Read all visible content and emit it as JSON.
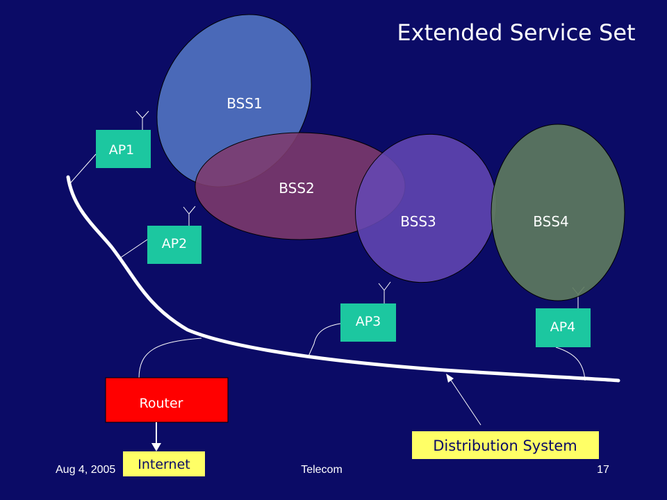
{
  "title": "Extended Service Set",
  "bss": {
    "bss1": "BSS1",
    "bss2": "BSS2",
    "bss3": "BSS3",
    "bss4": "BSS4"
  },
  "access_points": {
    "ap1": "AP1",
    "ap2": "AP2",
    "ap3": "AP3",
    "ap4": "AP4"
  },
  "router": "Router",
  "internet": "Internet",
  "distribution_system": "Distribution System",
  "footer": {
    "date": "Aug 4, 2005",
    "center": "Telecom",
    "page": "17"
  },
  "colors": {
    "background": "#0b0b66",
    "bss1": "#4a69b8",
    "bss2": "#7e3a6c",
    "bss3": "#6448b4",
    "bss4": "#5d7a5e",
    "access_point": "#1cc7a0",
    "router": "#ff0000",
    "callout": "#ffff66"
  }
}
